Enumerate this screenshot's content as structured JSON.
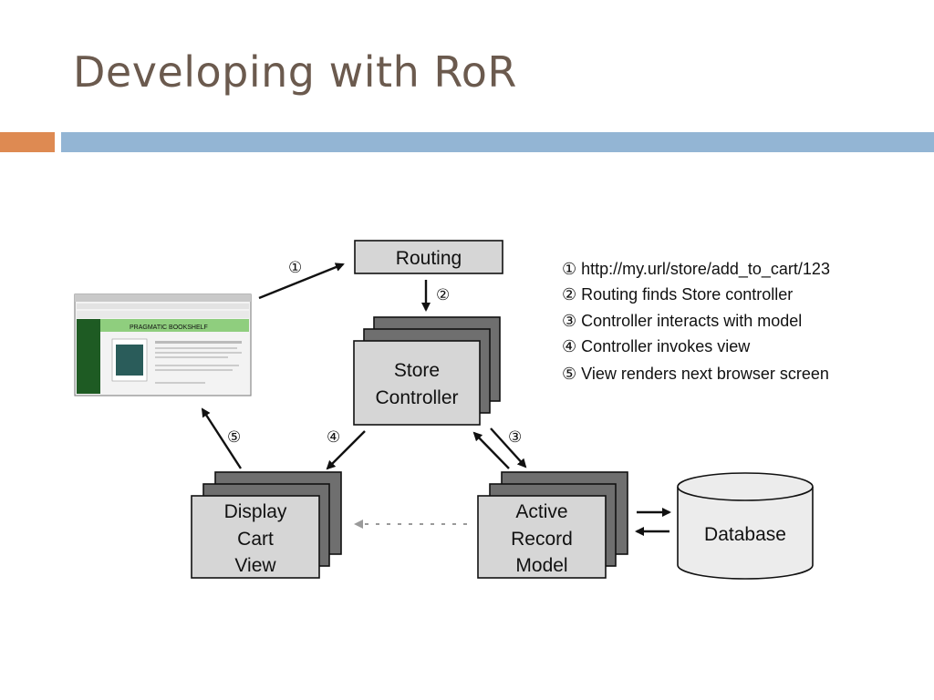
{
  "slide": {
    "title": "Developing with RoR",
    "colors": {
      "title": "#6b5a4e",
      "accent_orange": "#de8a52",
      "accent_blue": "#93b5d4"
    }
  },
  "diagram": {
    "nodes": {
      "routing": "Routing",
      "store_controller": [
        "Store",
        "Controller"
      ],
      "display_cart_view": [
        "Display",
        "Cart",
        "View"
      ],
      "active_record_model": [
        "Active",
        "Record",
        "Model"
      ],
      "database": "Database"
    },
    "step_markers": [
      "①",
      "②",
      "③",
      "④",
      "⑤"
    ],
    "legend": [
      "① http://my.url/store/add_to_cart/123",
      "② Routing finds Store controller",
      "③ Controller interacts with model",
      "④ Controller invokes view",
      "⑤  View renders next browser screen"
    ],
    "browser": {
      "heading": "PRAGMATIC BOOKSHELF",
      "icon": "browser-screenshot-thumbnail"
    }
  }
}
